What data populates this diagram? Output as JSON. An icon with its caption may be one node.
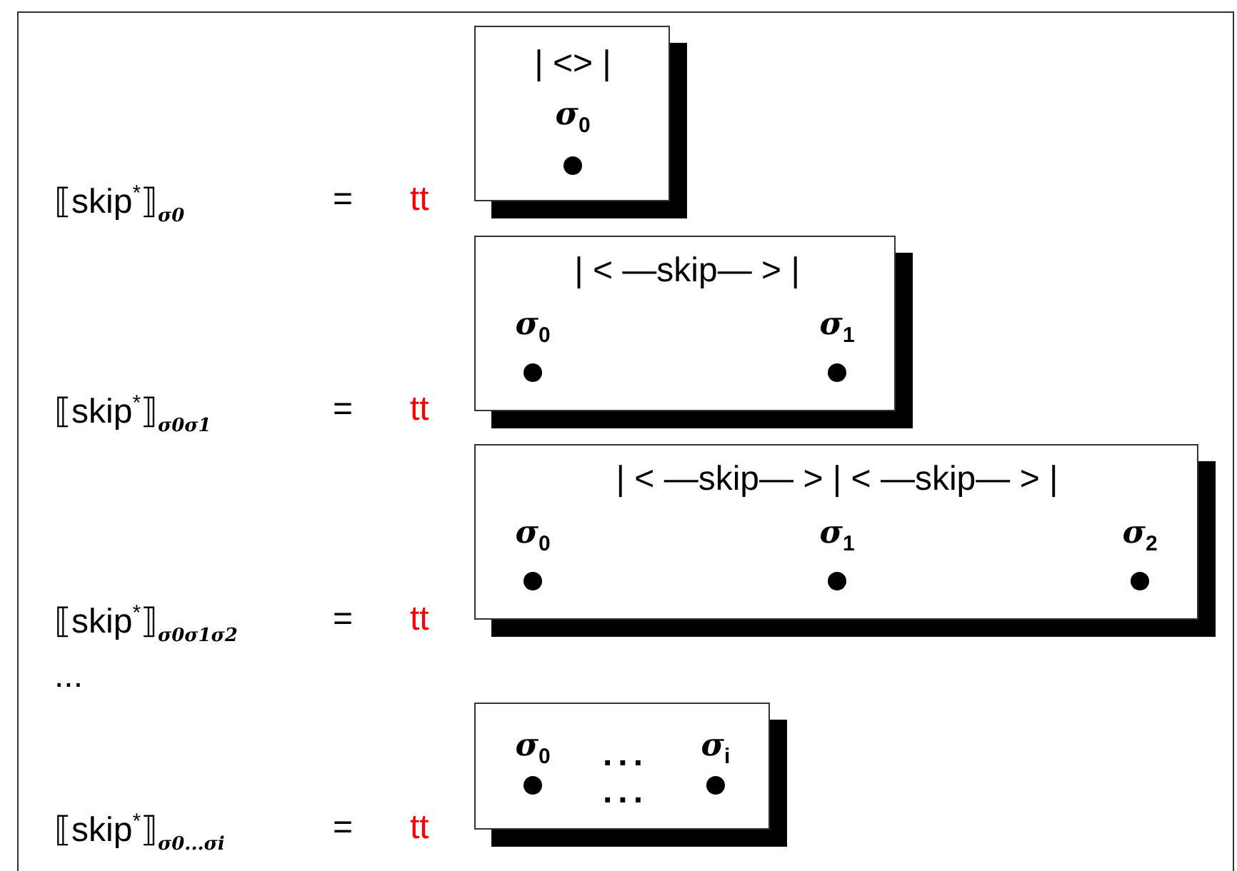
{
  "diagram": {
    "nodes": [
      {
        "text": [
          "| <> |",
          "σ$_{0}$"
        ]
      },
      {
        "text": [
          "| < —skip— > |",
          "σ$_{0}$",
          "σ$_{1}$"
        ]
      },
      {
        "text": [
          "| < —skip— > | < —skip— > |",
          "σ$_{0}$",
          "σ$_{1}$",
          "σ$_{2}$"
        ]
      },
      {
        "text": [
          "σ$_{0}$",
          "...",
          "σ$_{i}$",
          "..."
        ]
      }
    ],
    "labels": [
      "⟦skip$^{*}$⟧$_{σ0}$",
      "=",
      "tt",
      "⟦skip$^{*}$⟧$_{σ0σ1}$",
      "=",
      "tt",
      "⟦skip$^{*}$⟧$_{σ0σ1σ2}$",
      "=",
      "tt",
      "...",
      "⟦skip$^{*}$⟧$_{σ0...σi}$",
      "=",
      "tt"
    ]
  }
}
